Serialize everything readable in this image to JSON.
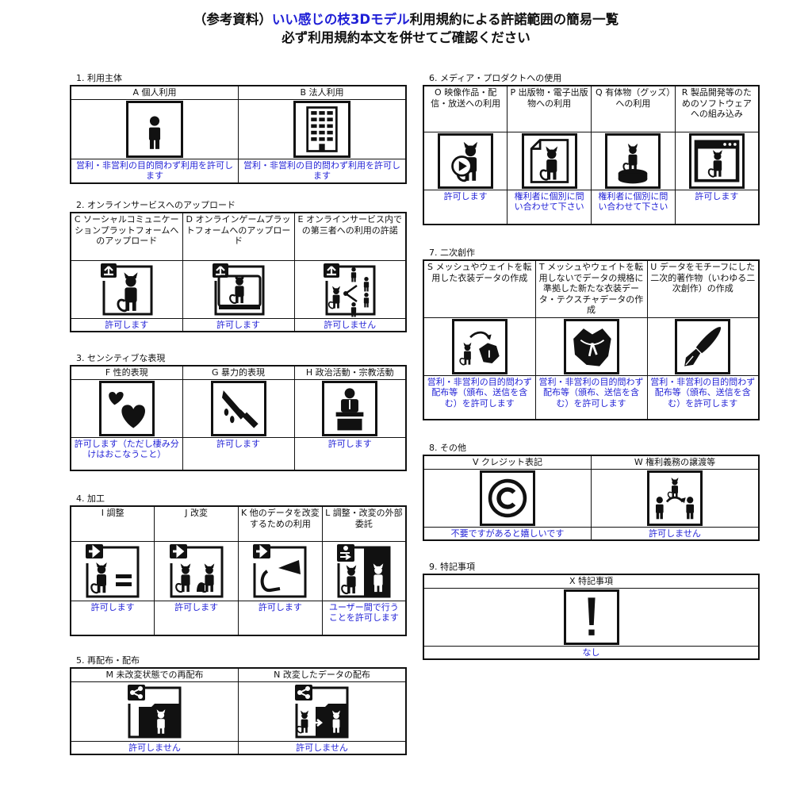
{
  "header": {
    "line1_prefix": "（参考資料）",
    "line1_highlight": "いい感じの枝3Dモデル",
    "line1_suffix": "利用規約による許諾範囲の簡易一覧",
    "line2": "必ず利用規約本文を併せてご確認ください"
  },
  "colors": {
    "result_text": "#1f1fd6",
    "border": "#111111"
  },
  "sections": [
    {
      "title": "1. 利用主体",
      "items": [
        {
          "label": "A 個人利用",
          "icon": "person-icon",
          "result": "営利・非営利の目的問わず利用を許可します"
        },
        {
          "label": "B 法人利用",
          "icon": "office-building-icon",
          "result": "営利・非営利の目的問わず利用を許可します"
        }
      ]
    },
    {
      "title": "2. オンラインサービスへのアップロード",
      "items": [
        {
          "label": "C ソーシャルコミュニケーションプラットフォームへのアップロード",
          "icon": "upload-avatar-icon",
          "result": "許可します"
        },
        {
          "label": "D オンラインゲームプラットフォームへのアップロード",
          "icon": "upload-monitor-icon",
          "result": "許可します"
        },
        {
          "label": "E オンラインサービス内での第三者への利用の許諾",
          "icon": "upload-share-users-icon",
          "result": "許可しません"
        }
      ]
    },
    {
      "title": "3. センシティブな表現",
      "items": [
        {
          "label": "F 性的表現",
          "icon": "hearts-icon",
          "result": "許可します（ただし棲み分けはおこなうこと）"
        },
        {
          "label": "G 暴力的表現",
          "icon": "knife-icon",
          "result": "許可します"
        },
        {
          "label": "H 政治活動・宗教活動",
          "icon": "podium-speaker-icon",
          "result": "許可します"
        }
      ]
    },
    {
      "title": "4. 加工",
      "items": [
        {
          "label": "I 調整",
          "icon": "adjust-equal-icon",
          "result": "許可します"
        },
        {
          "label": "J 改変",
          "icon": "modify-avatar-icon",
          "result": "許可します"
        },
        {
          "label": "K 他のデータを改変するための利用",
          "icon": "parts-reuse-icon",
          "result": "許可します"
        },
        {
          "label": "L 調整・改変の外部委託",
          "icon": "outsource-icon",
          "result": "ユーザー間で行うことを許可します"
        }
      ]
    },
    {
      "title": "5. 再配布・配布",
      "items": [
        {
          "label": "M 未改変状態での再配布",
          "icon": "share-folder-icon",
          "result": "許可しません"
        },
        {
          "label": "N 改変したデータの配布",
          "icon": "share-modified-folder-icon",
          "result": "許可しません"
        }
      ]
    },
    {
      "title": "6. メディア・プロダクトへの使用",
      "items": [
        {
          "label": "O 映像作品・配信・放送への利用",
          "icon": "video-play-icon",
          "result": "許可します"
        },
        {
          "label": "P 出版物・電子出版物への利用",
          "icon": "document-icon",
          "result": "権利者に個別に問い合わせて下さい"
        },
        {
          "label": "Q 有体物（グッズ）への利用",
          "icon": "figure-stand-icon",
          "result": "権利者に個別に問い合わせて下さい"
        },
        {
          "label": "R 製品開発等のためのソフトウェアへの組み込み",
          "icon": "app-window-icon",
          "result": "許可します"
        }
      ]
    },
    {
      "title": "7. 二次創作",
      "items": [
        {
          "label": "S メッシュやウェイトを転用した衣装データの作成",
          "icon": "avatar-to-clothing-icon",
          "result": "営利・非営利の目的問わず配布等（頒布、送信を含む）を許可します"
        },
        {
          "label": "T メッシュやウェイトを転用しないでデータの規格に準拠した新たな衣装データ・テクスチャデータの作成",
          "icon": "clothing-icon",
          "result": "営利・非営利の目的問わず配布等（頒布、送信を含む）を許可します"
        },
        {
          "label": "U データをモチーフにした二次的著作物（いわゆる二次創作）の作成",
          "icon": "pen-nib-icon",
          "result": "営利・非営利の目的問わず配布等（頒布、送信を含む）を許可します"
        }
      ]
    },
    {
      "title": "8. その他",
      "items": [
        {
          "label": "V クレジット表記",
          "icon": "copyright-icon",
          "result": "不要ですがあると嬉しいです"
        },
        {
          "label": "W 権利義務の譲渡等",
          "icon": "transfer-rights-icon",
          "result": "許可しません"
        }
      ]
    },
    {
      "title": "9. 特記事項",
      "items": [
        {
          "label": "X 特記事項",
          "icon": "exclamation-icon",
          "result": "なし"
        }
      ]
    }
  ]
}
